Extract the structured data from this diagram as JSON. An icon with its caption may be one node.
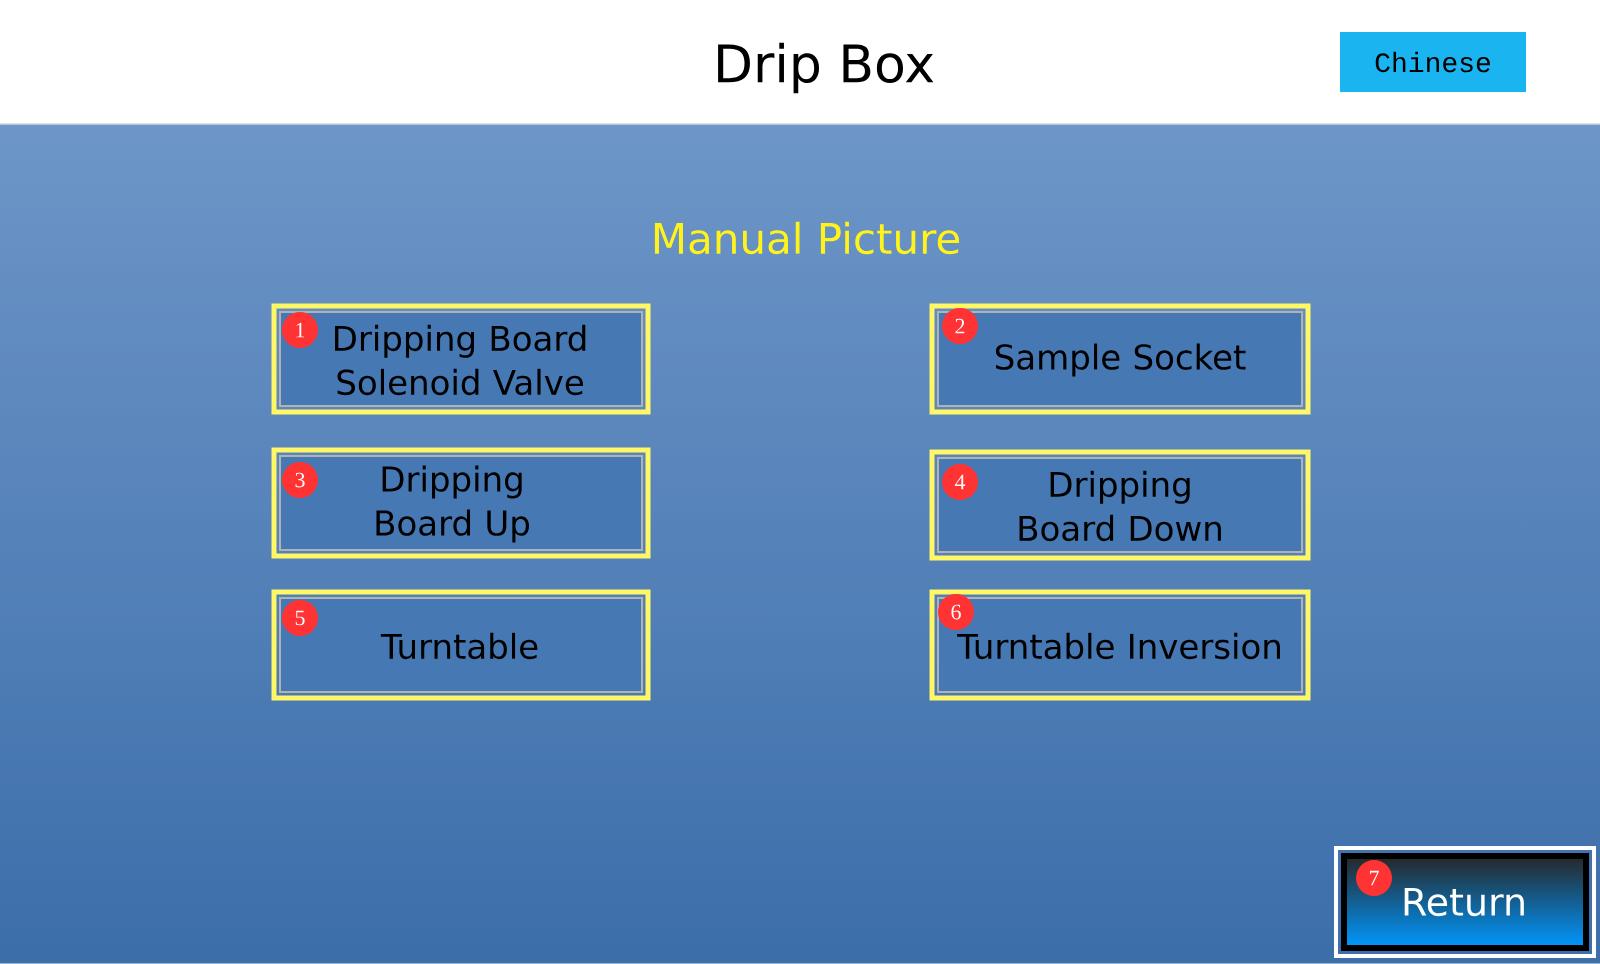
{
  "diagram": {
    "title": "Drip Box",
    "nodes": [
      {
        "text": [
          "Chinese"
        ]
      },
      {
        "text": [
          "1",
          "Dripping Board Solenoid Valve"
        ]
      },
      {
        "text": [
          "2",
          "Sample Socket"
        ]
      },
      {
        "text": [
          "3",
          "Dripping Board Up"
        ]
      },
      {
        "text": [
          "4",
          "Dripping Board Down"
        ]
      },
      {
        "text": [
          "5",
          "Turntable"
        ]
      },
      {
        "text": [
          "6",
          "Turntable Inversion"
        ]
      },
      {
        "text": [
          "7",
          "Return"
        ]
      }
    ],
    "labels": [
      "Manual Picture"
    ]
  }
}
